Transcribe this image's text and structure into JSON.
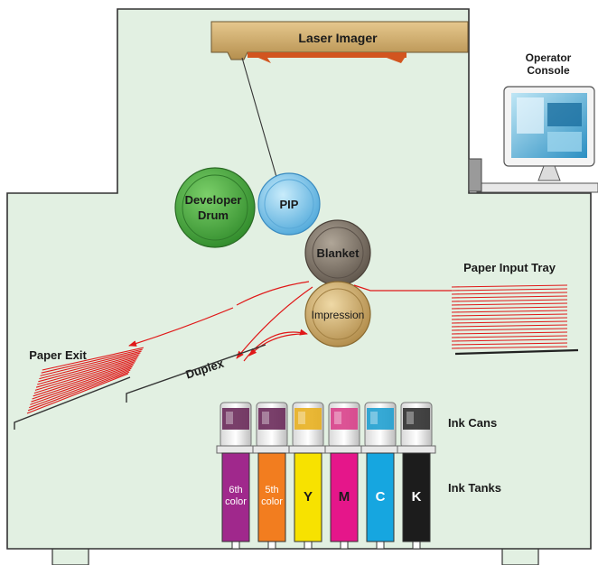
{
  "components": {
    "laser_imager": "Laser Imager",
    "operator_console": [
      "Operator",
      "Console"
    ],
    "developer_drum": [
      "Developer",
      "Drum"
    ],
    "pip": "PIP",
    "blanket": "Blanket",
    "impression": "Impression",
    "paper_input_tray": "Paper Input Tray",
    "paper_exit": "Paper Exit",
    "duplex": "Duplex",
    "ink_cans": "Ink Cans",
    "ink_tanks": "Ink Tanks"
  },
  "tanks": [
    {
      "label": [
        "6th",
        "color"
      ],
      "color": "#a0288c",
      "text_color": "#ffffff",
      "bold": false
    },
    {
      "label": [
        "5th",
        "color"
      ],
      "color": "#f27d1f",
      "text_color": "#ffffff",
      "bold": false
    },
    {
      "label": [
        "Y"
      ],
      "color": "#f7e200",
      "text_color": "#1a1a1a",
      "bold": true
    },
    {
      "label": [
        "M"
      ],
      "color": "#e5168a",
      "text_color": "#1a1a1a",
      "bold": true
    },
    {
      "label": [
        "C"
      ],
      "color": "#16a6e0",
      "text_color": "#ffffff",
      "bold": true
    },
    {
      "label": [
        "K"
      ],
      "color": "#1c1c1c",
      "text_color": "#ffffff",
      "bold": true
    }
  ],
  "cans": [
    {
      "band": "#6a2a5a"
    },
    {
      "band": "#6a2a5a"
    },
    {
      "band": "#e8b020"
    },
    {
      "band": "#d8408a"
    },
    {
      "band": "#20a0d0"
    },
    {
      "band": "#303030"
    }
  ],
  "colors": {
    "body": "#e2f0e2",
    "outline": "#333333",
    "developer_drum": "#46a93b",
    "pip": "#74c3ec",
    "blanket": "#7d7165",
    "impression": "#c9a96a",
    "paper_lines": "#e01818",
    "arrows": "#e01818"
  }
}
